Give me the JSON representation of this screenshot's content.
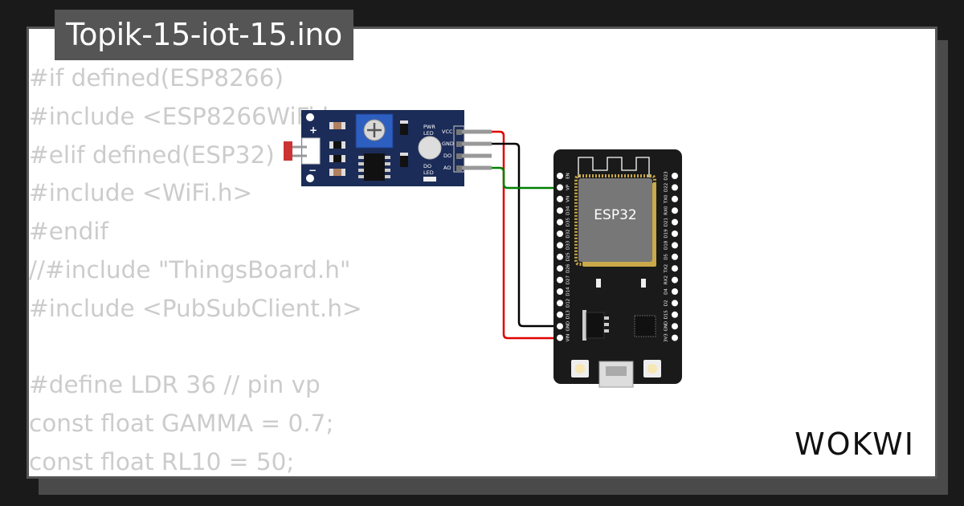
{
  "project": {
    "filename": "Topik-15-iot-15.ino"
  },
  "code_lines": [
    "#if defined(ESP8266)",
    "#include <ESP8266WiFi.h>",
    "#elif defined(ESP32)",
    "#include <WiFi.h>",
    "#endif",
    "//#include \"ThingsBoard.h\"",
    "#include <PubSubClient.h>",
    "",
    "#define LDR 36 // pin vp",
    "const float GAMMA = 0.7;",
    "const float RL10 = 50;"
  ],
  "ldr_module": {
    "pins": [
      "VCC",
      "GND",
      "DO",
      "AO"
    ],
    "led_labels": [
      "PWR",
      "LED",
      "DO",
      "LED"
    ],
    "polarity": [
      "+",
      "−"
    ]
  },
  "esp32": {
    "chip_label": "ESP32",
    "left_pins": [
      "EN",
      "VP",
      "VN",
      "D34",
      "D35",
      "D32",
      "D33",
      "D25",
      "D26",
      "D27",
      "D14",
      "D12",
      "D13",
      "GND",
      "VIN"
    ],
    "right_pins": [
      "D23",
      "D22",
      "TX0",
      "RX0",
      "D21",
      "D19",
      "D18",
      "D5",
      "TX2",
      "RX2",
      "D4",
      "D2",
      "D15",
      "GND",
      "3V3"
    ]
  },
  "brand": {
    "logo_text": "WOKWI"
  },
  "colors": {
    "background": "#1a1a1a",
    "card": "#ffffff",
    "tab": "#555555",
    "code_text": "#cccccc",
    "board_blue": "#1c2c58",
    "esp_board": "#1a1a1a",
    "esp_chip": "#777777",
    "wire_red": "#e00000",
    "wire_black": "#000000",
    "wire_green": "#008000",
    "wire_gray": "#999999"
  }
}
